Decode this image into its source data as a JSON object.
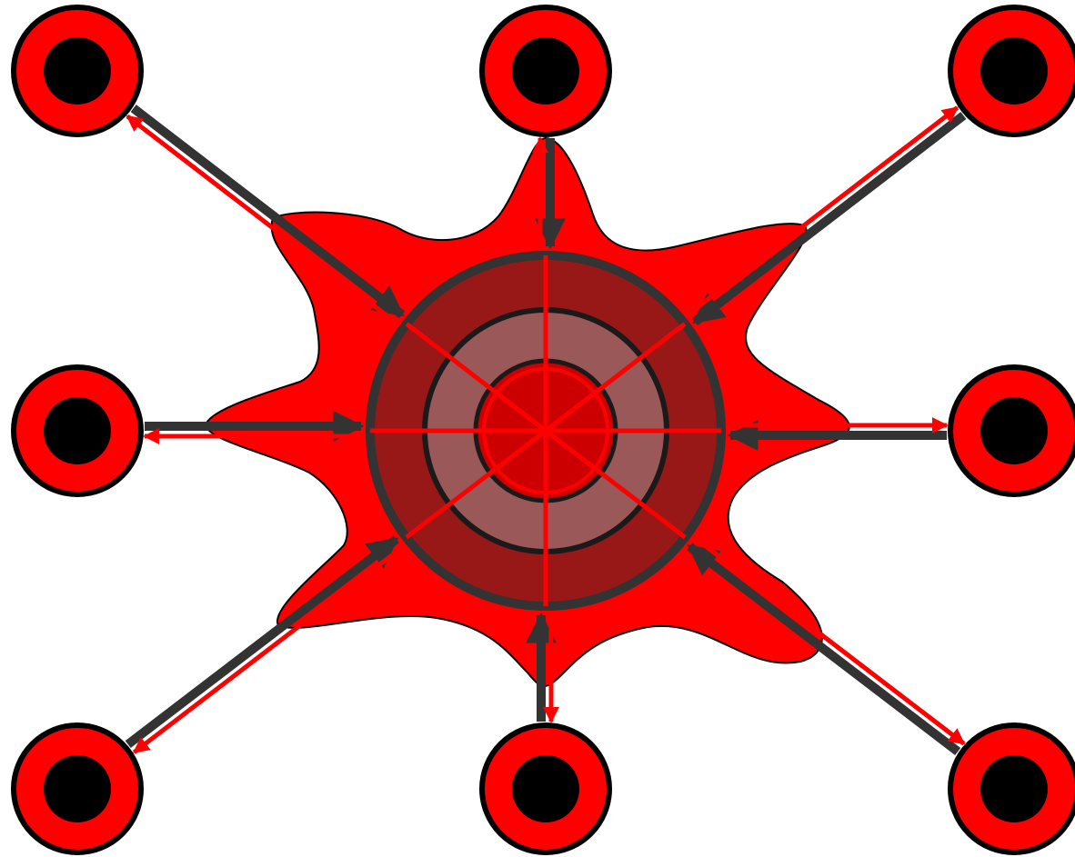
{
  "diagram": {
    "type": "hub-and-spoke",
    "node_count": 8,
    "nodes": [
      {
        "id": "top-left"
      },
      {
        "id": "top"
      },
      {
        "id": "top-right"
      },
      {
        "id": "left"
      },
      {
        "id": "right"
      },
      {
        "id": "bottom-left"
      },
      {
        "id": "bottom"
      },
      {
        "id": "bottom-right"
      }
    ],
    "connections": {
      "inbound_arrow_color": "#333333",
      "outbound_arrow_color": "#ff0000"
    },
    "colors": {
      "background": "#ffffff",
      "blob_fill": "#ff0000",
      "outer_ring_fill": "#981818",
      "outer_ring_stroke": "#333333",
      "middle_ring_fill": "#9a5858",
      "core_fill": "#cc0000",
      "node_outer": "#ff0000",
      "node_inner": "#000000",
      "node_stroke": "#000000"
    }
  }
}
